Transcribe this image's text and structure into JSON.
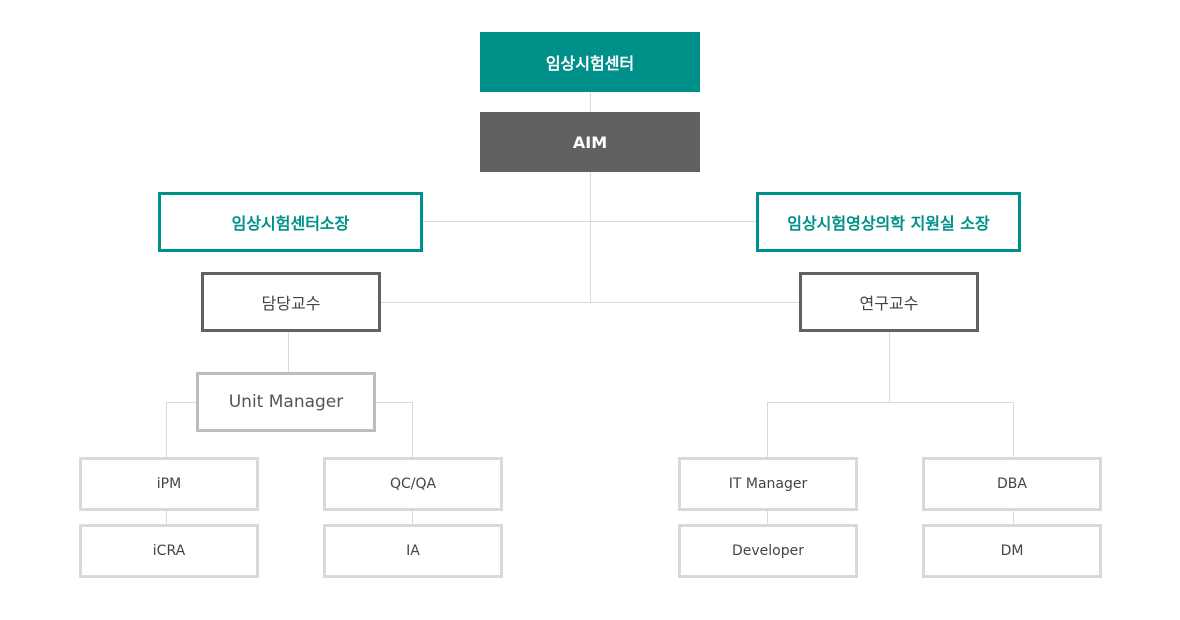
{
  "chart": {
    "top": {
      "label": "임상시험센터"
    },
    "aim": {
      "label": "AIM"
    },
    "director_left": {
      "label": "임상시험센터소장"
    },
    "director_right": {
      "label": "임상시험영상의학 지원실 소장"
    },
    "prof_left": {
      "label": "담당교수"
    },
    "prof_right": {
      "label": "연구교수"
    },
    "unit_manager": {
      "label": "Unit Manager"
    },
    "ipm": {
      "label": "iPM"
    },
    "icra": {
      "label": "iCRA"
    },
    "qcqa": {
      "label": "QC/QA"
    },
    "ia": {
      "label": "IA"
    },
    "it_manager": {
      "label": "IT Manager"
    },
    "developer": {
      "label": "Developer"
    },
    "dba": {
      "label": "DBA"
    },
    "dm": {
      "label": "DM"
    }
  },
  "colors": {
    "teal": "#00908a",
    "dark_gray": "#616161",
    "mid_gray": "#bdbdbd",
    "light_gray": "#d9d9d9"
  }
}
